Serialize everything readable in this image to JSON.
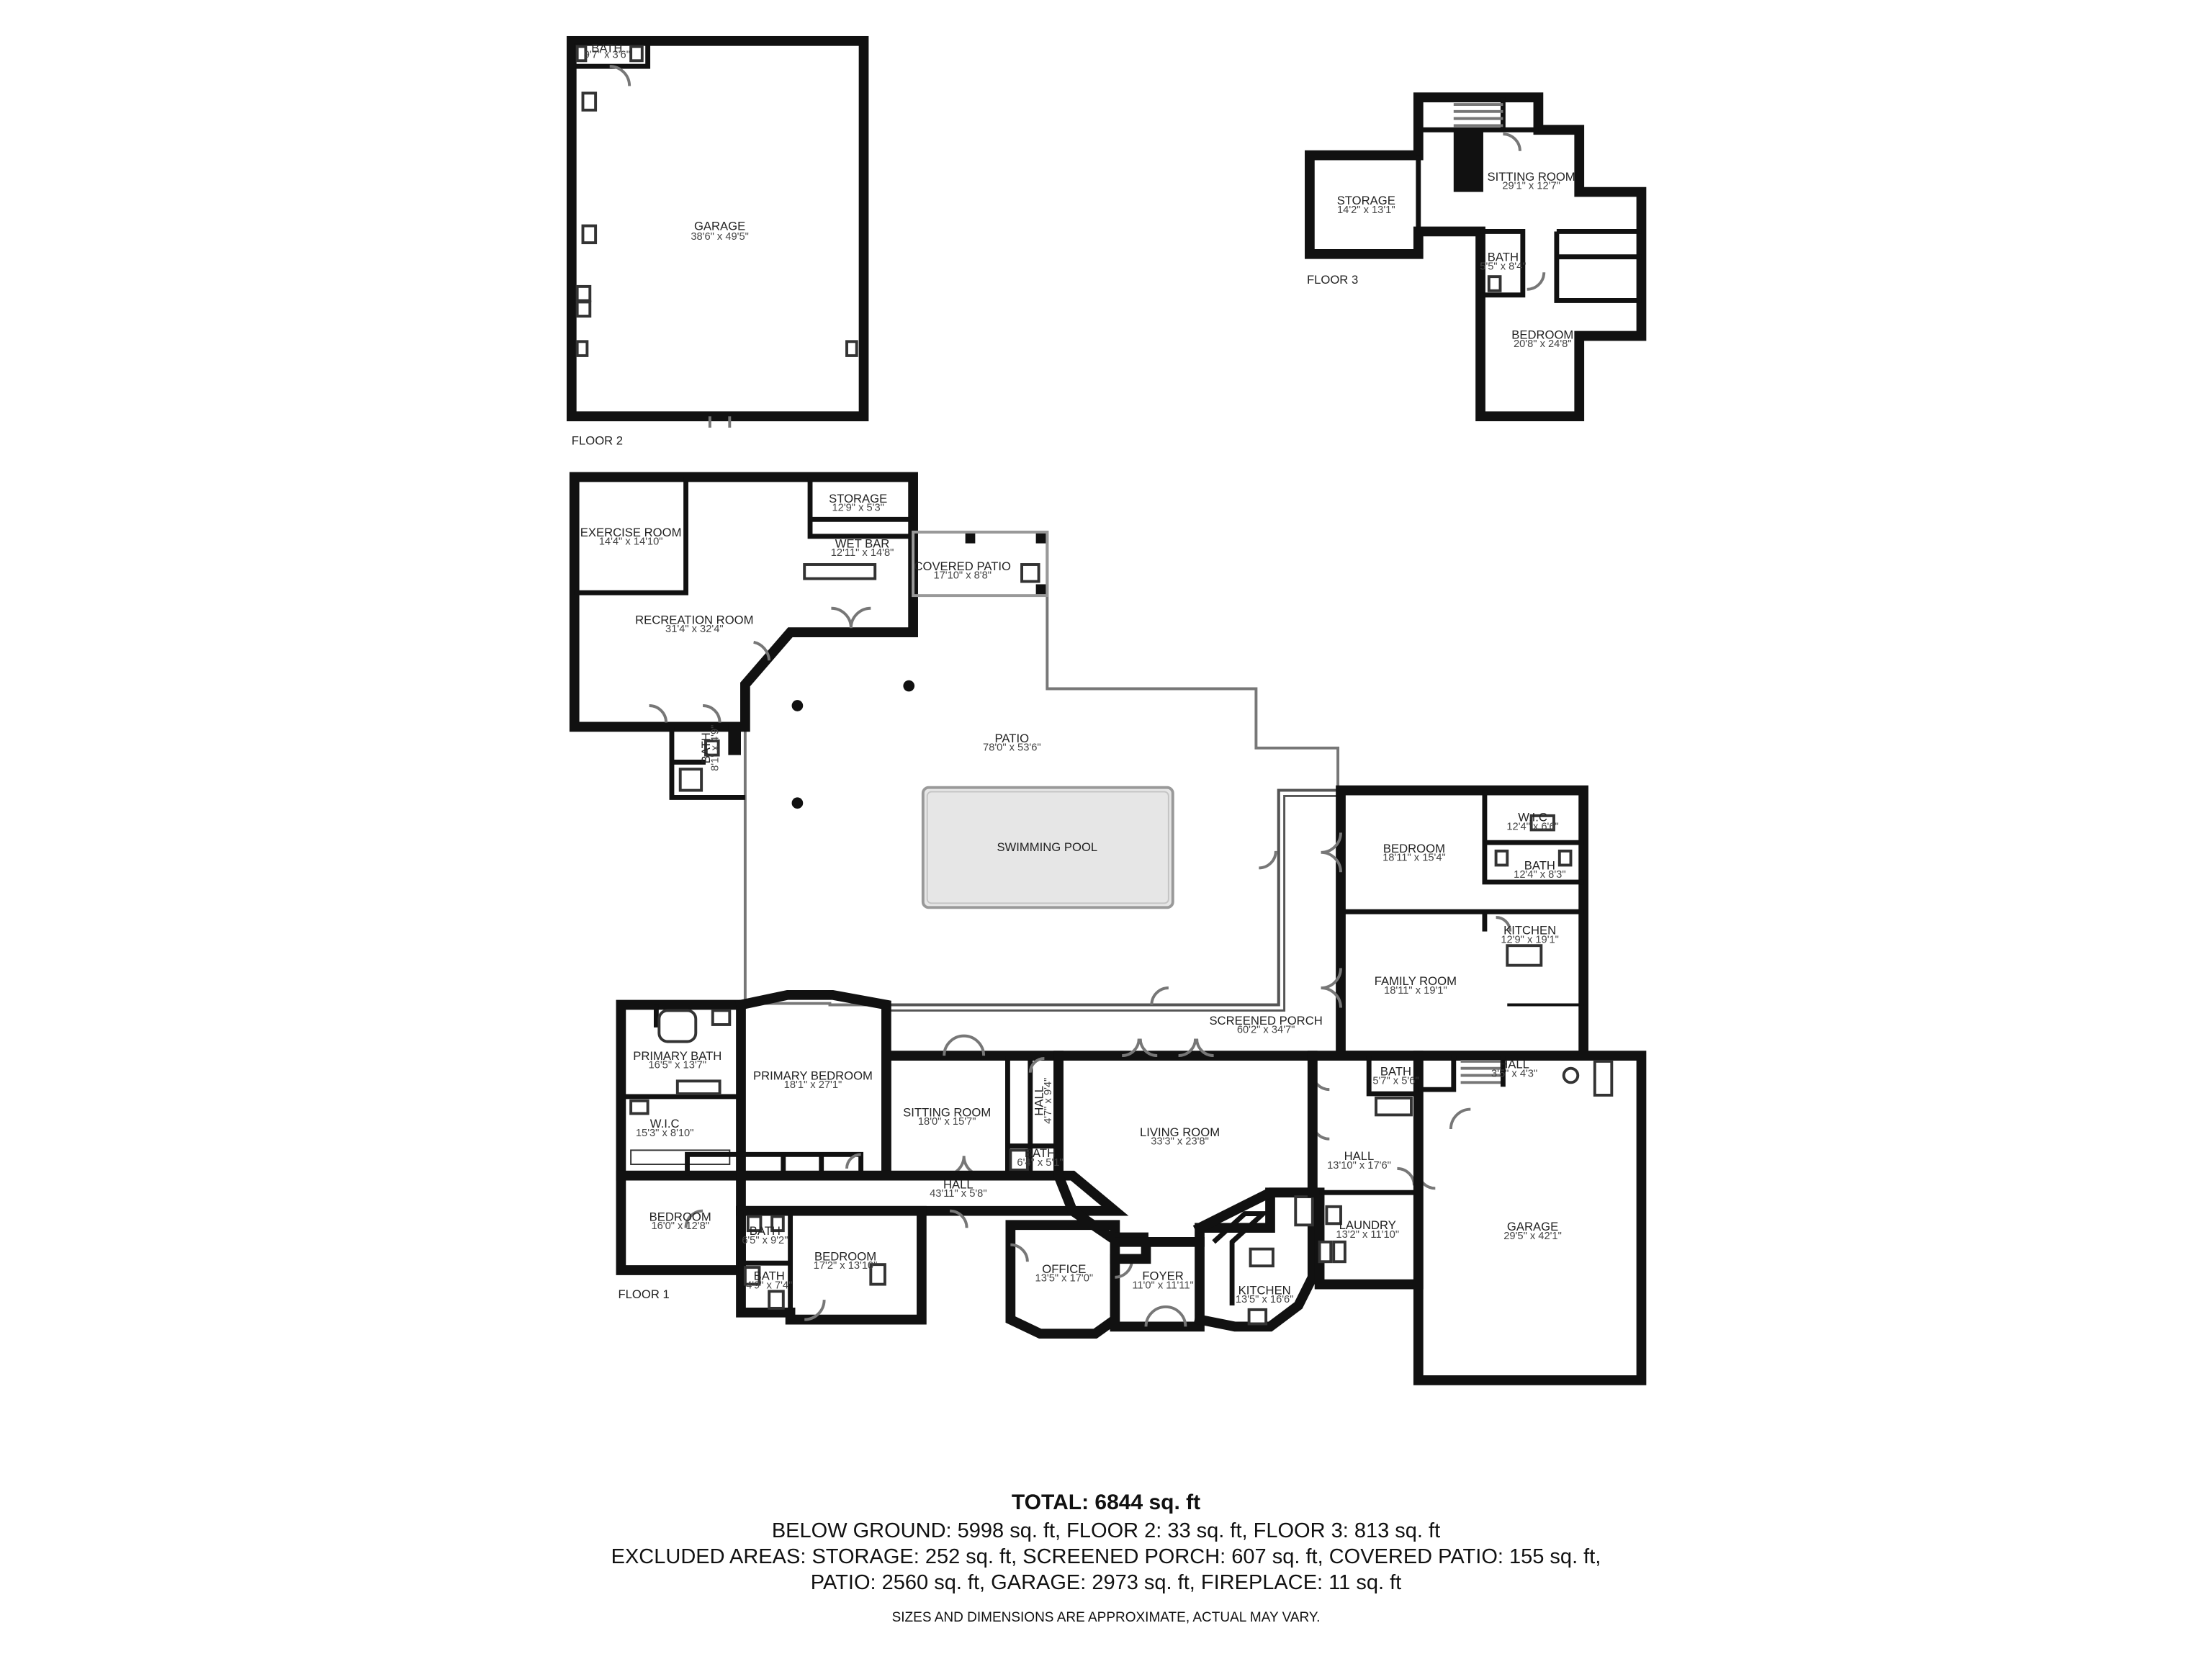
{
  "floors": {
    "floor1": "FLOOR 1",
    "floor2": "FLOOR 2",
    "floor3": "FLOOR 3"
  },
  "rooms": {
    "garage2": {
      "name": "GARAGE",
      "dim": "38'6\" x 49'5\""
    },
    "bath2": {
      "name": "BATH",
      "dim": "9'7\" x 3'6\""
    },
    "storage3": {
      "name": "STORAGE",
      "dim": "14'2\" x 13'1\""
    },
    "sitting3": {
      "name": "SITTING ROOM",
      "dim": "29'1\" x 12'7\""
    },
    "bedroom3": {
      "name": "BEDROOM",
      "dim": "20'8\" x 24'8\""
    },
    "bath3": {
      "name": "BATH",
      "dim": "5'5\" x 8'4\""
    },
    "exercise": {
      "name": "EXERCISE ROOM",
      "dim": "14'4\" x 14'10\""
    },
    "storage1": {
      "name": "STORAGE",
      "dim": "12'9\" x 5'3\""
    },
    "wetbar": {
      "name": "WET BAR",
      "dim": "12'11\" x 14'8\""
    },
    "coveredpatio": {
      "name": "COVERED PATIO",
      "dim": "17'10\" x 8'8\""
    },
    "recreation": {
      "name": "RECREATION ROOM",
      "dim": "31'4\" x 32'4\""
    },
    "bathrec": {
      "name": "BATH",
      "dim": "8'1\" x 4'9\""
    },
    "patio": {
      "name": "PATIO",
      "dim": "78'0\" x 53'6\""
    },
    "pool": {
      "name": "SWIMMING POOL"
    },
    "bedroomE": {
      "name": "BEDROOM",
      "dim": "18'11\" x 15'4\""
    },
    "wicE": {
      "name": "W.I.C",
      "dim": "12'4\" x 6'6\""
    },
    "bathE": {
      "name": "BATH",
      "dim": "12'4\" x 8'3\""
    },
    "kitchenE": {
      "name": "KITCHEN",
      "dim": "12'9\" x 19'1\""
    },
    "familyroom": {
      "name": "FAMILY ROOM",
      "dim": "18'11\" x 19'1\""
    },
    "screenedporch": {
      "name": "SCREENED PORCH",
      "dim": "60'2\" x 34'7\""
    },
    "primarybath": {
      "name": "PRIMARY BATH",
      "dim": "16'5\" x 13'7\""
    },
    "primarybed": {
      "name": "PRIMARY BEDROOM",
      "dim": "18'1\" x 27'1\""
    },
    "wic1": {
      "name": "W.I.C",
      "dim": "15'3\" x 8'10\""
    },
    "sittingroom1": {
      "name": "SITTING ROOM",
      "dim": "18'0\" x 15'7\""
    },
    "hallsmall": {
      "name": "HALL",
      "dim": "4'7\" x 9'4\""
    },
    "bathsit": {
      "name": "BATH",
      "dim": "6'4\" x 5'1\""
    },
    "livingroom": {
      "name": "LIVING ROOM",
      "dim": "33'3\" x 23'8\""
    },
    "bath5": {
      "name": "BATH",
      "dim": "5'7\" x 5'6\""
    },
    "hallstair": {
      "name": "HALL",
      "dim": "3'5\" x 4'3\""
    },
    "hallE": {
      "name": "HALL",
      "dim": "13'10\" x 17'6\""
    },
    "hallmain": {
      "name": "HALL",
      "dim": "43'11\" x 5'8\""
    },
    "bedroomW": {
      "name": "BEDROOM",
      "dim": "16'0\" x 12'8\""
    },
    "bathW1": {
      "name": "BATH",
      "dim": "6'5\" x 9'2\""
    },
    "bathW2": {
      "name": "BATH",
      "dim": "4'9\" x 7'4\""
    },
    "bedroomS": {
      "name": "BEDROOM",
      "dim": "17'2\" x 13'10\""
    },
    "office": {
      "name": "OFFICE",
      "dim": "13'5\" x 17'0\""
    },
    "foyer": {
      "name": "FOYER",
      "dim": "11'0\" x 11'11\""
    },
    "kitchen1": {
      "name": "KITCHEN",
      "dim": "13'5\" x 16'6\""
    },
    "laundry": {
      "name": "LAUNDRY",
      "dim": "13'2\" x 11'10\""
    },
    "garage1": {
      "name": "GARAGE",
      "dim": "29'5\" x 42'1\""
    }
  },
  "summary": {
    "total": "TOTAL: 6844 sq. ft",
    "line1": "BELOW GROUND: 5998 sq. ft, FLOOR 2: 33 sq. ft, FLOOR 3: 813 sq. ft",
    "line2": "EXCLUDED AREAS: STORAGE: 252 sq. ft, SCREENED PORCH: 607 sq. ft, COVERED PATIO: 155 sq. ft,",
    "line3": "PATIO: 2560 sq. ft, GARAGE: 2973 sq. ft, FIREPLACE: 11 sq. ft",
    "note": "SIZES AND DIMENSIONS ARE APPROXIMATE, ACTUAL MAY VARY."
  }
}
